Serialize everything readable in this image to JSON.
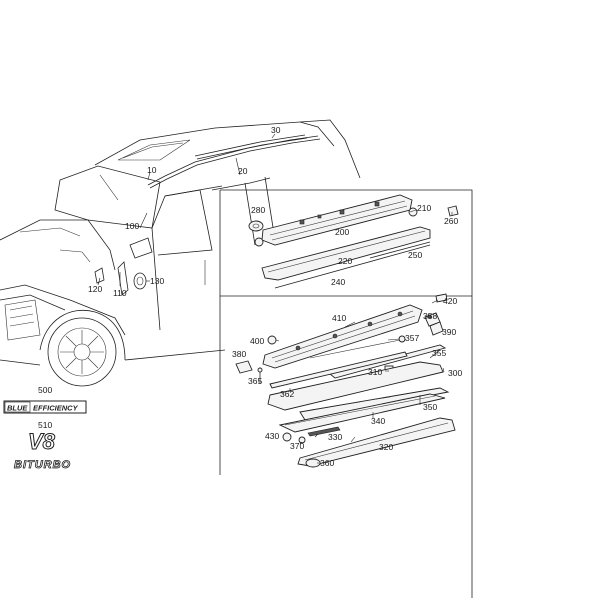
{
  "callouts": {
    "c10": "10",
    "c20": "20",
    "c30": "30",
    "c100": "100",
    "c110": "110",
    "c120": "120",
    "c130": "130",
    "c200": "200",
    "c210": "210",
    "c220": "220",
    "c240": "240",
    "c250": "250",
    "c260": "260",
    "c280": "280",
    "c300": "300",
    "c310": "310",
    "c320": "320",
    "c330": "330",
    "c340": "340",
    "c350": "350",
    "c355": "355",
    "c357": "357",
    "c358": "358",
    "c360": "360",
    "c362": "362",
    "c365": "365",
    "c370": "370",
    "c380": "380",
    "c390": "390",
    "c400": "400",
    "c410": "410",
    "c420": "420",
    "c430": "430",
    "c500": "500",
    "c510": "510"
  },
  "badges": {
    "blue": "BLUE",
    "efficiency": "EFFICIENCY",
    "v8": "V8",
    "biturbo": "BITURBO"
  }
}
